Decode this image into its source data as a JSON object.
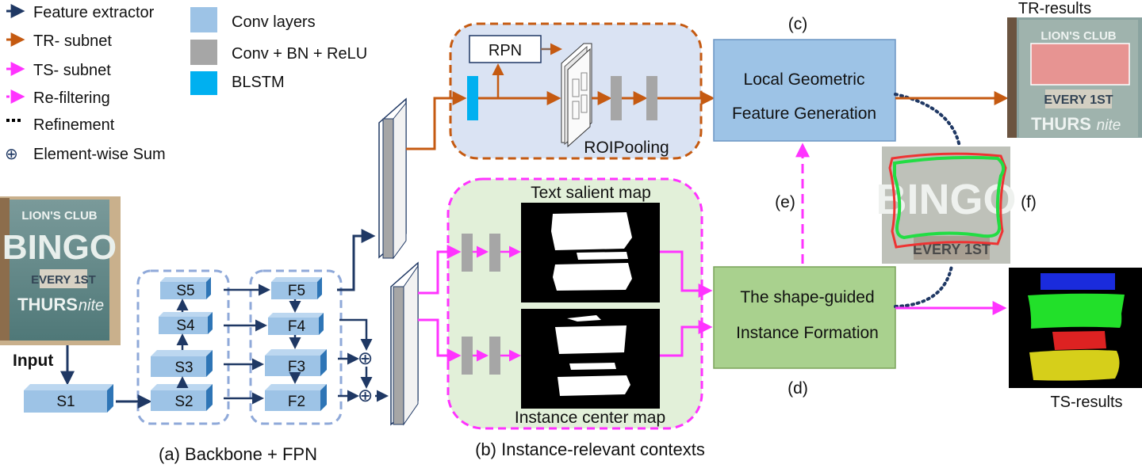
{
  "legend": {
    "arrows": [
      {
        "label": "Feature extractor",
        "color": "#1f3864",
        "style": "solid"
      },
      {
        "label": "TR- subnet",
        "color": "#c55a11",
        "style": "solid"
      },
      {
        "label": "TS- subnet",
        "color": "#ff33ff",
        "style": "solid"
      },
      {
        "label": "Re-filtering",
        "color": "#ff33ff",
        "style": "dashed"
      },
      {
        "label": "Refinement",
        "color": "#000000",
        "style": "dotted"
      },
      {
        "label": "Element-wise Sum",
        "color": "#1f3864",
        "style": "sum"
      }
    ],
    "blocks": [
      {
        "label": "Conv layers",
        "color": "#9dc3e6"
      },
      {
        "label": "Conv + BN + ReLU",
        "color": "#a6a6a6"
      },
      {
        "label": "BLSTM",
        "color": "#00b0f0"
      }
    ]
  },
  "input": {
    "label": "Input",
    "poster": {
      "line1": "LION'S CLUB",
      "line2": "BINGO",
      "line3": "EVERY 1ST",
      "line4": "THURS",
      "line4b": "nite"
    }
  },
  "backbone": {
    "stages": [
      "S1",
      "S2",
      "S3",
      "S4",
      "S5"
    ],
    "fpn": [
      "F2",
      "F3",
      "F4",
      "F5"
    ],
    "caption": "(a) Backbone + FPN",
    "sum_symbol": "⊕"
  },
  "tr_subnet": {
    "rpn_label": "RPN",
    "roi_label": "ROIPooling"
  },
  "ts_subnet": {
    "text_salient_label": "Text salient map",
    "instance_center_label": "Instance center map",
    "caption": "(b) Instance-relevant contexts"
  },
  "local_geometric": {
    "tag": "(c)",
    "line1": "Local  Geometric",
    "line2": "Feature Generation"
  },
  "shape_guided": {
    "tag": "(d)",
    "line1": "The shape-guided",
    "line2": "Instance Formation"
  },
  "tag_e": "(e)",
  "tag_f": "(f)",
  "results": {
    "tr": "TR-results",
    "ts": "TS-results"
  },
  "colors": {
    "feature": "#1f3864",
    "tr": "#c55a11",
    "ts": "#ff33ff",
    "conv_block": "#9dc3e6",
    "bn_block": "#a6a6a6",
    "blstm": "#00b0f0",
    "tr_panel_bg": "#dae3f3",
    "ts_panel_bg": "#e2f0d9",
    "box_c_fill": "#9dc3e6",
    "box_d_fill": "#a9d18e"
  }
}
